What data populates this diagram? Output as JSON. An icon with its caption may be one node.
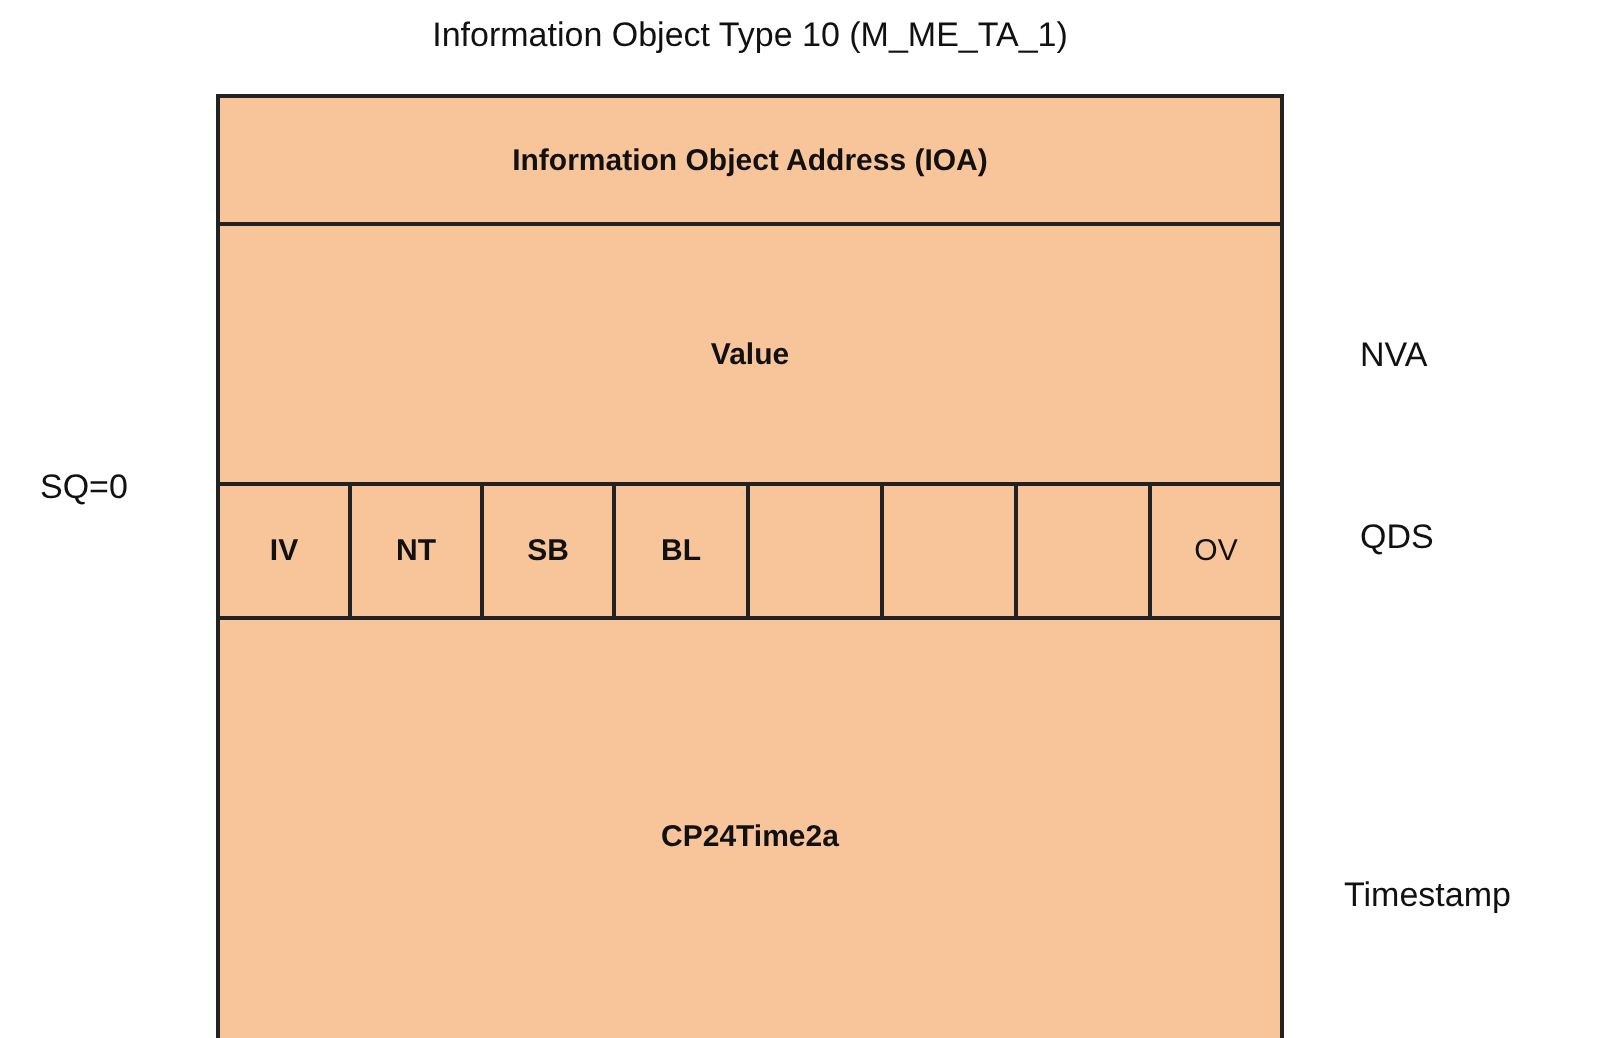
{
  "diagram": {
    "title": "Information Object Type 10 (M_ME_TA_1)",
    "nodes": [
      {
        "text": [
          "Information Object Address (IOA)"
        ]
      },
      {
        "text": [
          "Value"
        ]
      },
      {
        "text": [
          "IV"
        ]
      },
      {
        "text": [
          "NT"
        ]
      },
      {
        "text": [
          "SB"
        ]
      },
      {
        "text": [
          "BL"
        ]
      },
      {
        "text": [],
        "shape": "box"
      },
      {
        "text": [],
        "shape": "box"
      },
      {
        "text": [],
        "shape": "box"
      },
      {
        "text": [
          "OV"
        ]
      },
      {
        "text": [
          "CP24Time2a"
        ]
      }
    ],
    "labels": [
      "SQ=0",
      "NVA",
      "QDS",
      "Timestamp"
    ]
  }
}
